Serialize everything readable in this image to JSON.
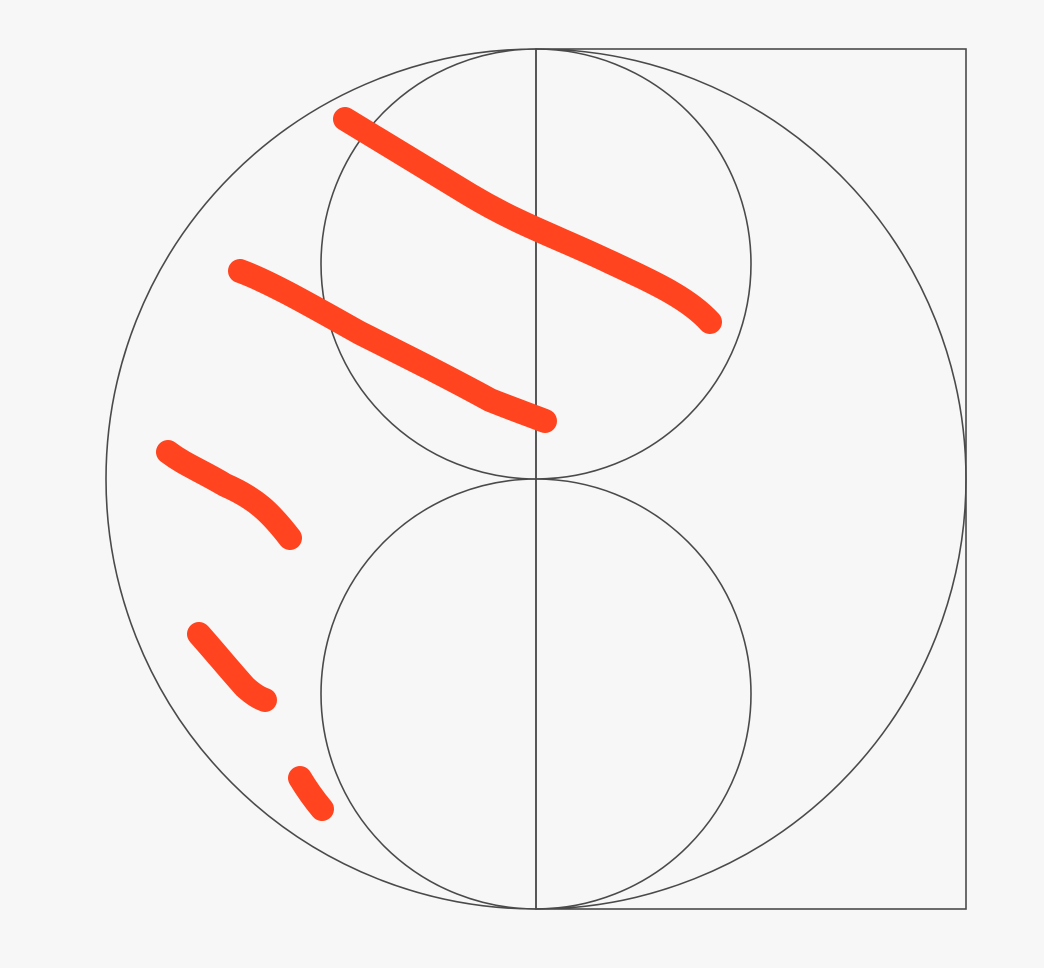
{
  "diagram": {
    "background_color": "#f7f7f7",
    "line_color": "#4a4a4a",
    "marker_color": "#ff441f",
    "shapes": [
      {
        "kind": "circle",
        "role": "large-circle"
      },
      {
        "kind": "circle",
        "role": "upper-small-circle"
      },
      {
        "kind": "circle",
        "role": "lower-small-circle"
      },
      {
        "kind": "line",
        "role": "vertical-diameter"
      },
      {
        "kind": "rect",
        "role": "right-half-square"
      }
    ],
    "hatch_strokes_count": 5
  }
}
